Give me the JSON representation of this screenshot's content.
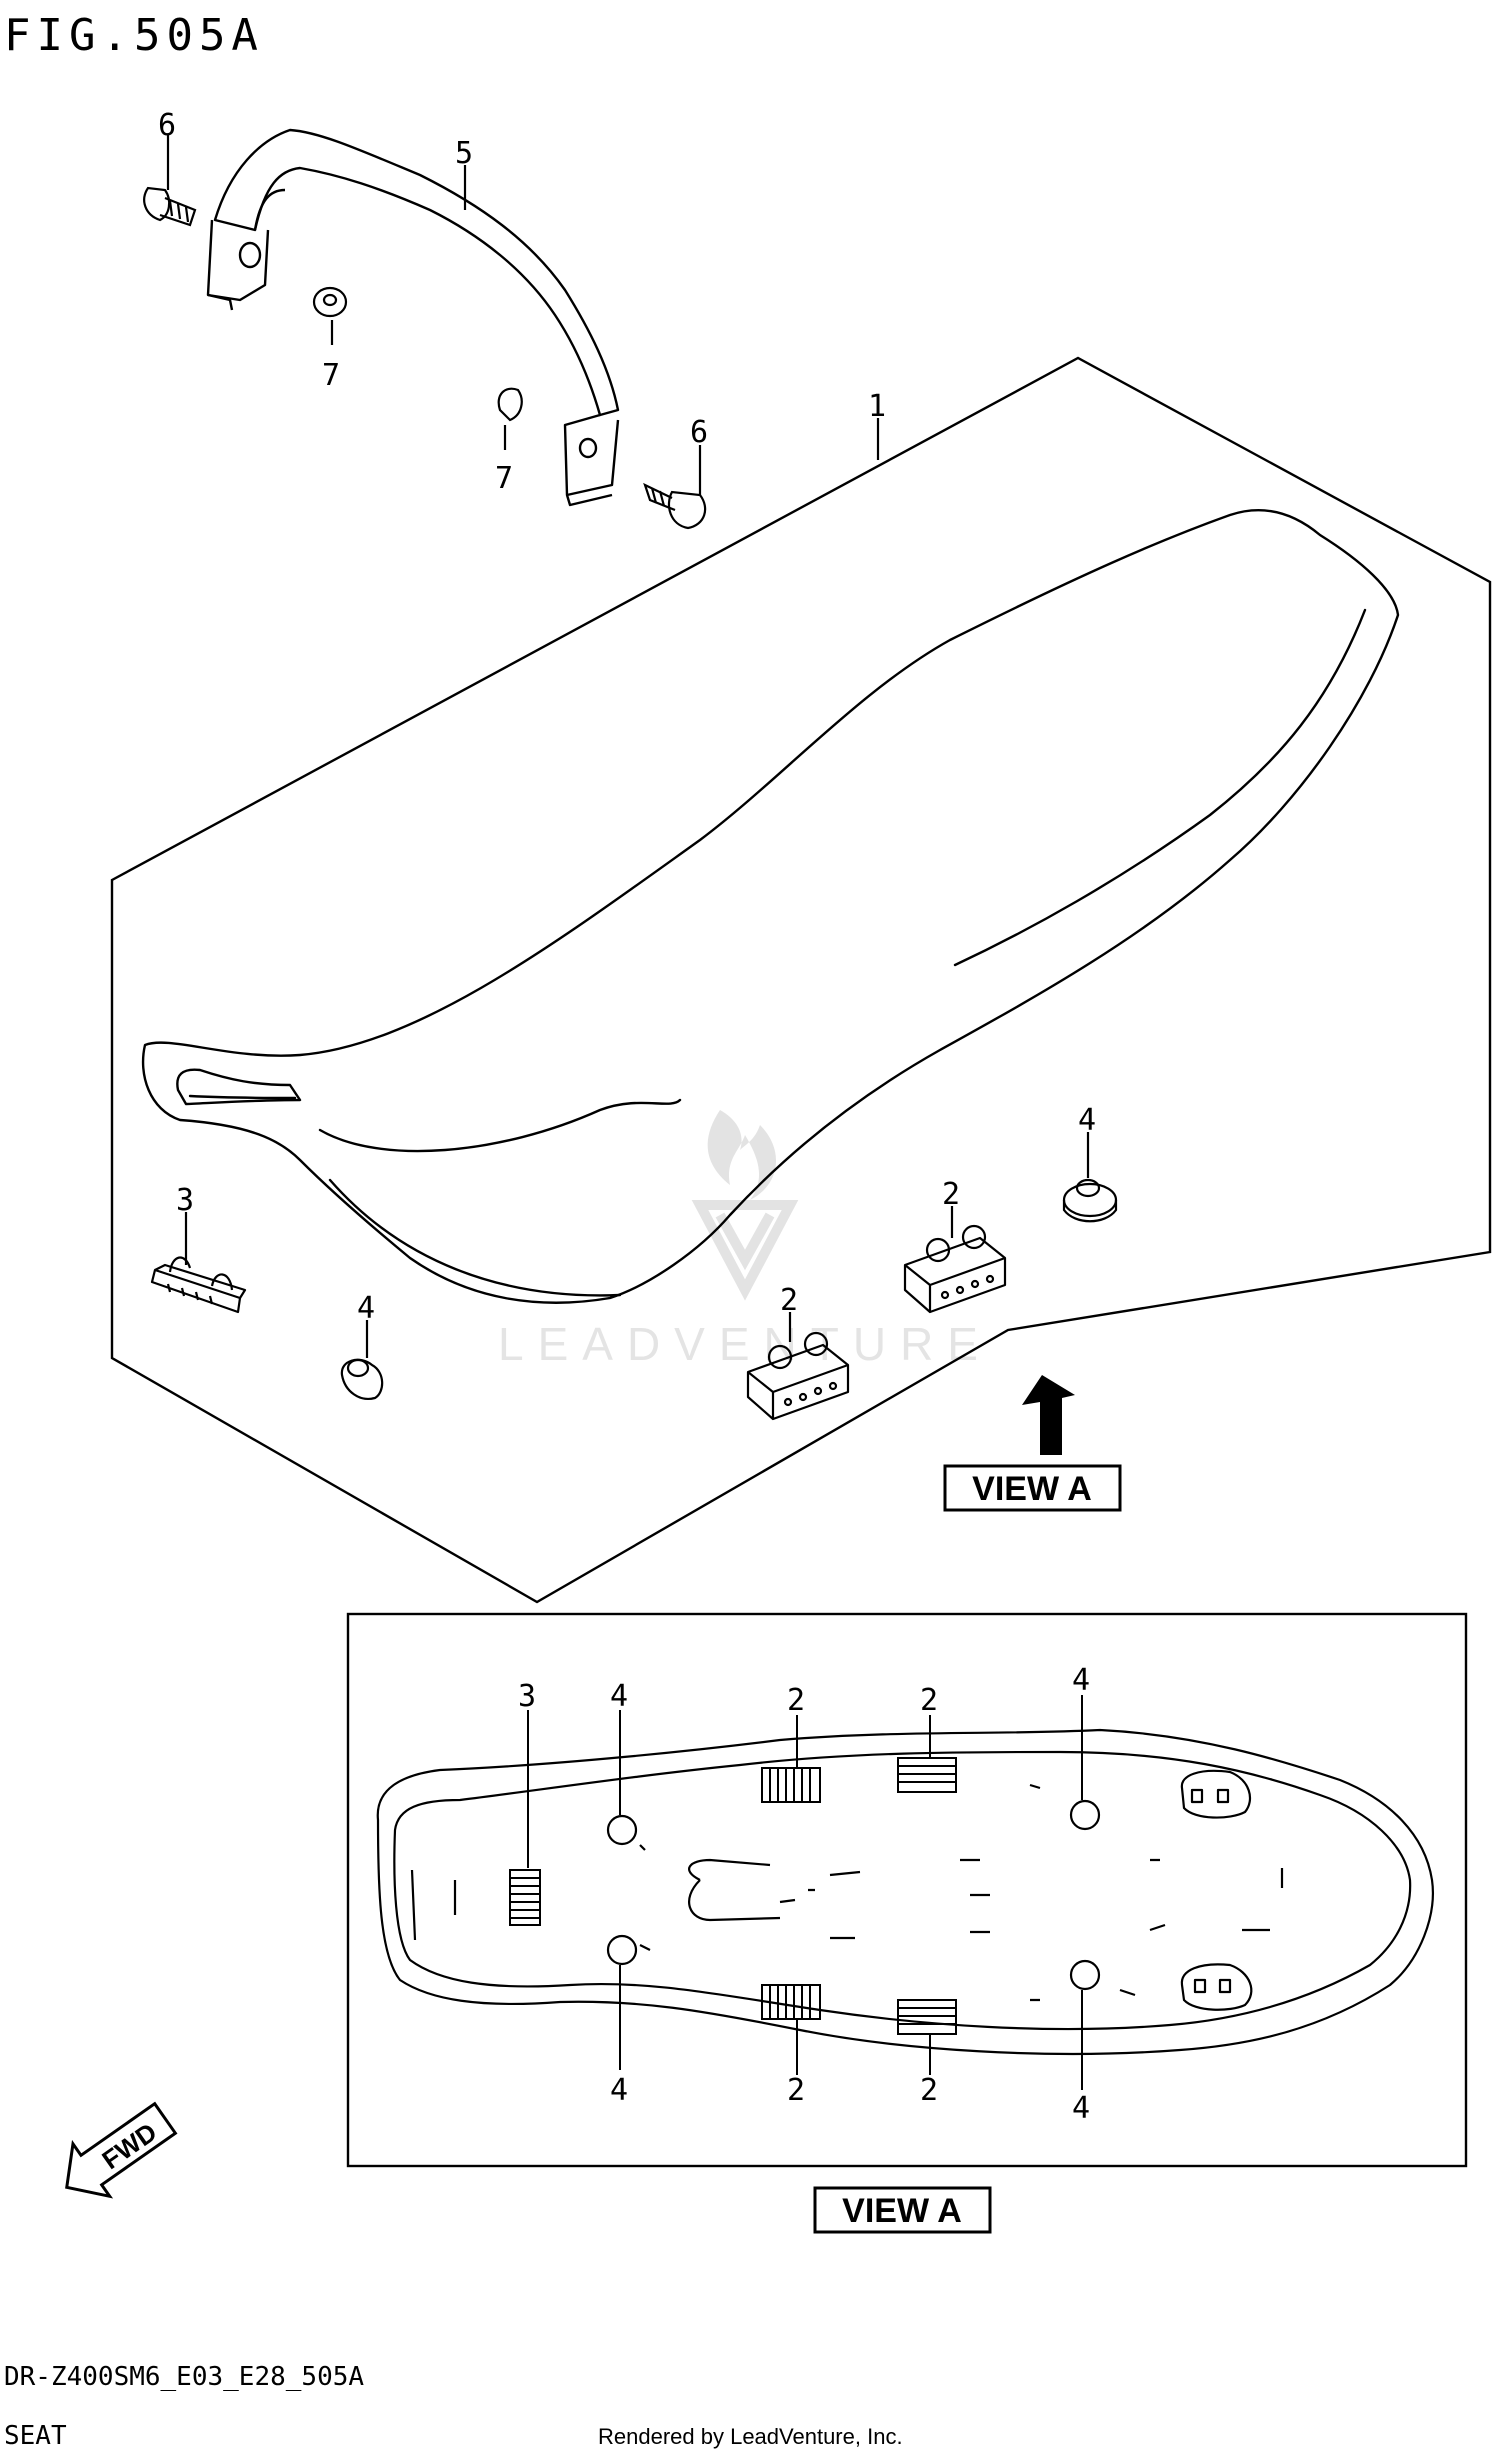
{
  "figure": {
    "title": "FIG.505A",
    "code": "DR-Z400SM6_E03_E28_505A",
    "section": "SEAT",
    "credit": "Rendered by LeadVenture, Inc.",
    "watermark": "LEADVENTURE",
    "view_label": "VIEW A",
    "fwd_label": "FWD"
  },
  "callouts": {
    "c1": "1",
    "c2a": "2",
    "c2b": "2",
    "c3": "3",
    "c4a": "4",
    "c4b": "4",
    "c5": "5",
    "c6a": "6",
    "c6b": "6",
    "c7a": "7",
    "c7b": "7",
    "v2a": "2",
    "v2b": "2",
    "v2c": "2",
    "v2d": "2",
    "v3": "3",
    "v4a": "4",
    "v4b": "4",
    "v4c": "4",
    "v4d": "4"
  },
  "colors": {
    "line": "#000000",
    "watermark": "#dcdcdc"
  }
}
